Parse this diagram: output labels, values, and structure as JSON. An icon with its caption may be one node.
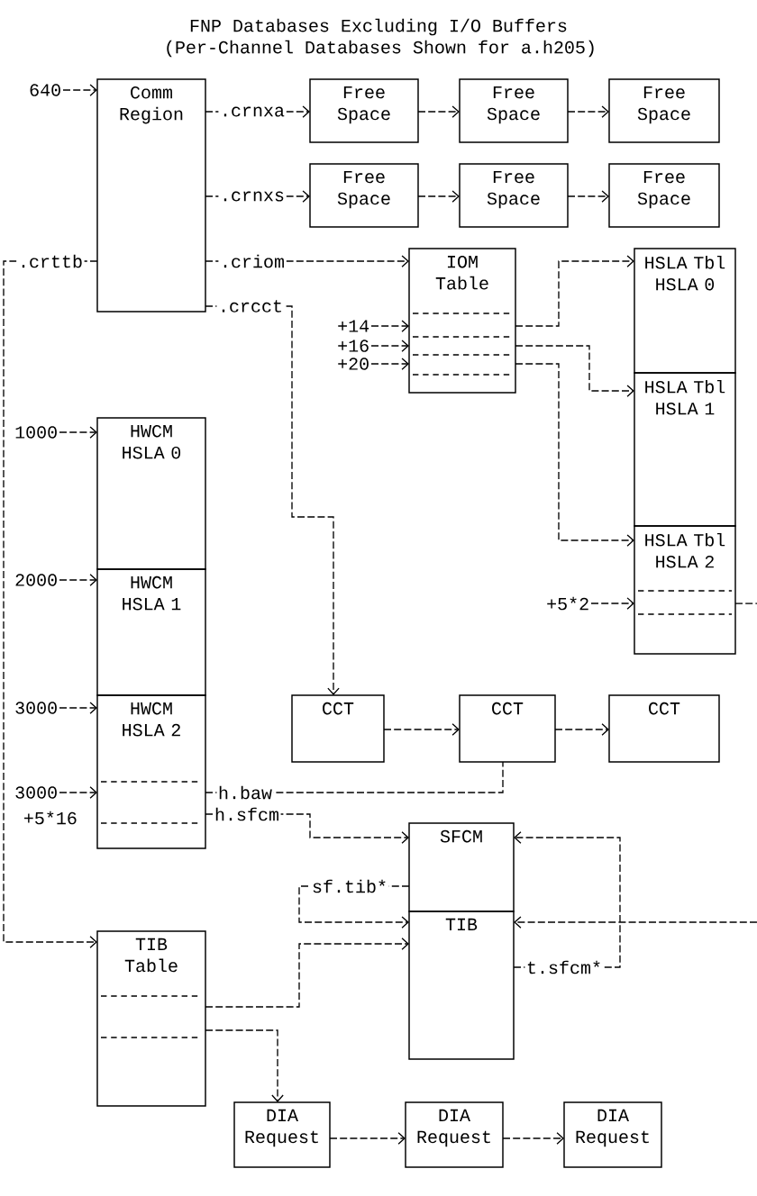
{
  "diagram": {
    "title": "FNP Databases Excluding I/O Buffers",
    "nodes": [
      {
        "text": [
          "640"
        ]
      },
      {
        "text": [
          "Comm Region"
        ]
      },
      {
        "text": [
          "Free Space"
        ]
      },
      {
        "text": [
          "Free Space"
        ]
      },
      {
        "text": [
          "Free Space"
        ]
      },
      {
        "text": [
          "Free Space"
        ]
      },
      {
        "text": [
          "Free Space"
        ]
      },
      {
        "text": [
          "Free Space"
        ]
      },
      {
        "text": [
          "IOM Table"
        ]
      },
      {
        "text": [
          "HSLA Tbl",
          "HSLA 0"
        ]
      },
      {
        "text": [
          "+14"
        ]
      },
      {
        "text": [
          "+16"
        ]
      },
      {
        "text": [
          "+20"
        ]
      },
      {
        "text": [
          "HSLA Tbl",
          "HSLA 1"
        ]
      },
      {
        "text": [
          "1000"
        ]
      },
      {
        "text": [
          "HWCM",
          "HSLA 0"
        ]
      },
      {
        "text": [
          "2000"
        ]
      },
      {
        "text": [
          "HWCM",
          "HSLA 1"
        ]
      },
      {
        "text": [
          "HSLA Tbl",
          "HSLA 2"
        ]
      },
      {
        "text": [
          "+5*2"
        ]
      },
      {
        "text": [
          "3000"
        ]
      },
      {
        "text": [
          "HWCM",
          "HSLA 2"
        ]
      },
      {
        "text": [
          "CCT"
        ]
      },
      {
        "text": [
          "CCT"
        ]
      },
      {
        "text": [
          "CCT"
        ]
      },
      {
        "text": [
          "3000"
        ]
      },
      {
        "text": [
          "SFCM"
        ]
      },
      {
        "text": [
          "TIB"
        ]
      },
      {
        "text": [
          "TIB Table"
        ]
      },
      {
        "text": [
          "DIA Request"
        ]
      },
      {
        "text": [
          "DIA Request"
        ]
      },
      {
        "text": [
          "DIA Request"
        ]
      }
    ],
    "edges": [
      {
        "from": 0,
        "to": 1,
        "arrow": "to"
      },
      {
        "from": 1,
        "to": 2,
        "arrow": "to",
        "label": ".crnxa"
      },
      {
        "from": 2,
        "to": 3,
        "arrow": "to"
      },
      {
        "from": 3,
        "to": 4,
        "arrow": "to"
      },
      {
        "from": 1,
        "to": 5,
        "arrow": "to",
        "label": ".crnxs"
      },
      {
        "from": 5,
        "to": 6,
        "arrow": "to"
      },
      {
        "from": 6,
        "to": 7,
        "arrow": "to"
      },
      {
        "from": 1,
        "to": 8,
        "arrow": "to",
        "label": ".criom"
      },
      {
        "from": 1,
        "to": 28,
        "arrow": "to",
        "label": ".crttb"
      },
      {
        "from": 1,
        "to": 22,
        "arrow": "to",
        "label": ".crcct"
      },
      {
        "from": 10,
        "to": 8,
        "arrow": "to"
      },
      {
        "from": 11,
        "to": 8,
        "arrow": "to"
      },
      {
        "from": 12,
        "to": 8,
        "arrow": "to"
      },
      {
        "from": 8,
        "to": 9,
        "arrow": "to"
      },
      {
        "from": 8,
        "to": 13,
        "arrow": "to"
      },
      {
        "from": 8,
        "to": 18,
        "arrow": "to"
      },
      {
        "from": 14,
        "to": 15,
        "arrow": "to"
      },
      {
        "from": 16,
        "to": 17,
        "arrow": "to"
      },
      {
        "from": 19,
        "to": 18,
        "arrow": "to"
      },
      {
        "from": 18,
        "to": null,
        "arrow": "none"
      },
      {
        "from": 20,
        "to": 21,
        "arrow": "to"
      },
      {
        "from": 25,
        "to": 21,
        "arrow": "to"
      },
      {
        "from": 22,
        "to": 23,
        "arrow": "to"
      },
      {
        "from": 23,
        "to": 24,
        "arrow": "to"
      },
      {
        "from": 21,
        "to": 23,
        "arrow": "none",
        "label": "h.baw"
      },
      {
        "from": 21,
        "to": 26,
        "arrow": "to",
        "label": "h.sfcm"
      },
      {
        "from": 26,
        "to": 27,
        "arrow": "to",
        "label": "sf.tib*"
      },
      {
        "from": 28,
        "to": 27,
        "arrow": "to"
      },
      {
        "from": null,
        "to": 27,
        "arrow": "to"
      },
      {
        "from": 27,
        "to": 26,
        "arrow": "to",
        "label": "t.sfcm*"
      },
      {
        "from": 28,
        "to": 29,
        "arrow": "to"
      },
      {
        "from": 29,
        "to": 30,
        "arrow": "to"
      },
      {
        "from": 30,
        "to": 31,
        "arrow": "to"
      }
    ],
    "labels": [
      "(Per-Channel Databases Shown for a.h205)",
      "+5*16"
    ]
  }
}
